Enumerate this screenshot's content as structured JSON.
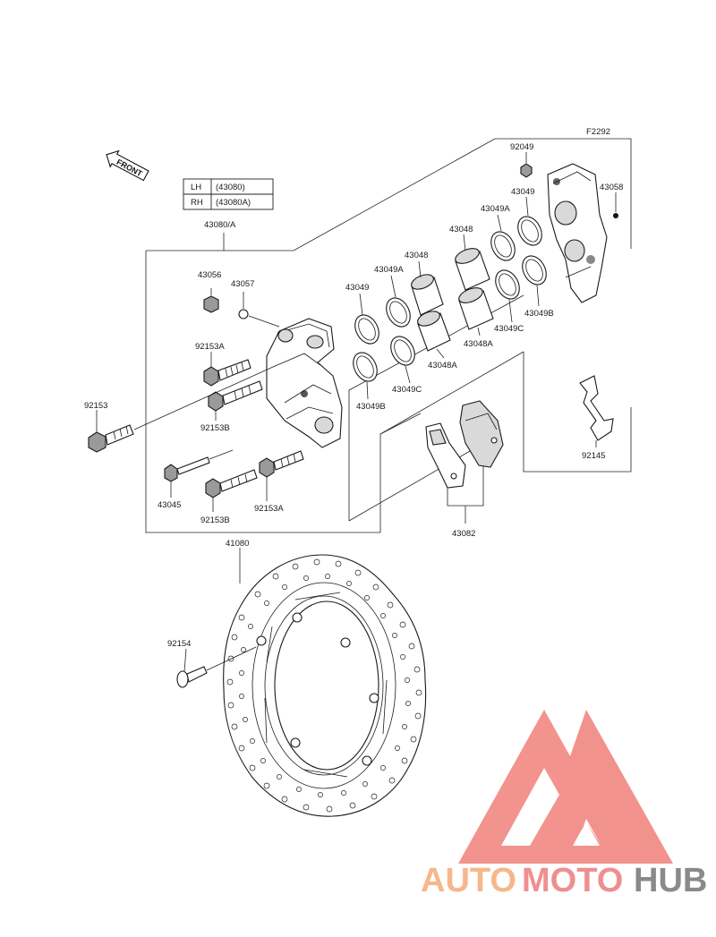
{
  "figure_code": "F2292",
  "front_label": "FRONT",
  "variant_table": {
    "rows": [
      {
        "side": "LH",
        "part": "(43080)"
      },
      {
        "side": "RH",
        "part": "(43080A)"
      }
    ]
  },
  "callouts": {
    "c43080A": "43080/A",
    "c43056": "43056",
    "c43057": "43057",
    "c92153A_top": "92153A",
    "c92153": "92153",
    "c92153B_top": "92153B",
    "c43045": "43045",
    "c92153B_bot": "92153B",
    "c92153A_bot": "92153A",
    "c43049_left": "43049",
    "c43049A_left": "43049A",
    "c43048_left": "43048",
    "c43049B_left": "43049B",
    "c43049C_left": "43049C",
    "c43048A_left": "43048A",
    "c43048_right": "43048",
    "c43049A_right": "43049A",
    "c43049_right": "43049",
    "c92049": "92049",
    "c43058": "43058",
    "c43049B_right": "43049B",
    "c43049C_right": "43049C",
    "c43048A_right": "43048A",
    "c92145": "92145",
    "c43082": "43082",
    "c41080": "41080",
    "c92154": "92154"
  },
  "watermark": {
    "part1": "AUTO",
    "part2": "MOTO",
    "part3": "HUB",
    "colors": {
      "auto": "#f6b78c",
      "moto": "#ef8f8f",
      "hub": "#8a8a8a",
      "logo": "#f0807a"
    }
  }
}
